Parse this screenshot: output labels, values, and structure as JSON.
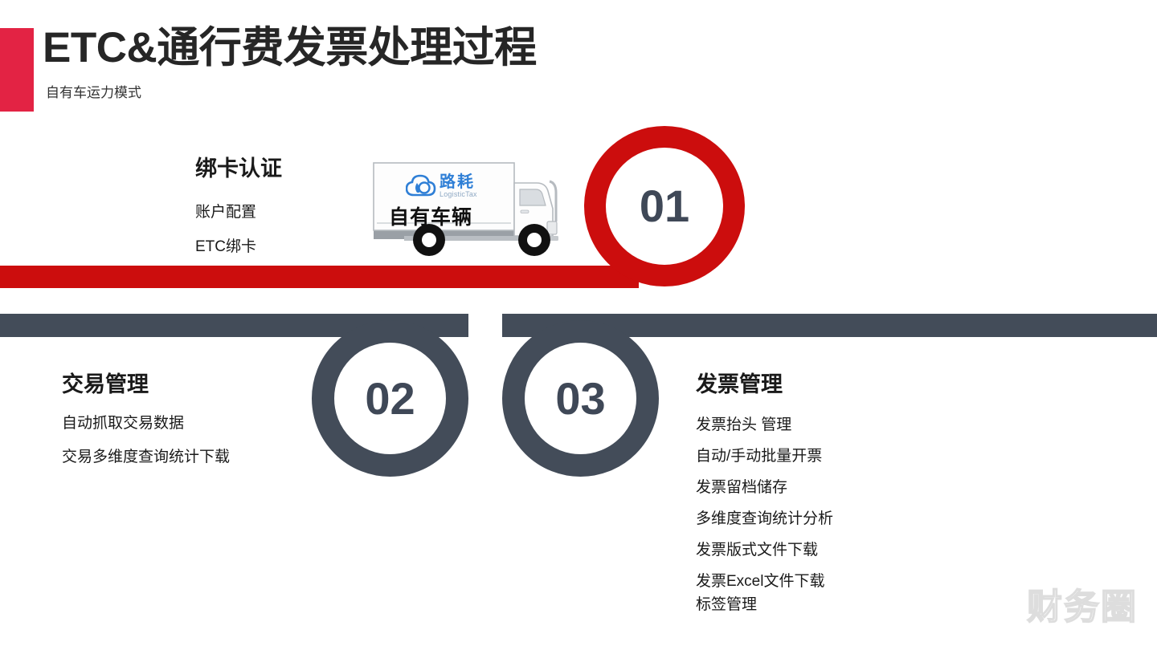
{
  "header": {
    "title": "ETC&通行费发票处理过程",
    "subtitle": "自有车运力模式",
    "accent_color": "#e32344"
  },
  "theme": {
    "red": "#cc0d0d",
    "dark": "#434c59",
    "number_color": "#3f4857",
    "text_color": "#1a1a1a"
  },
  "truck": {
    "body_label": "自有车辆",
    "logo_cn": "路耗",
    "logo_en": "LogisticTax",
    "logo_color": "#2f7fd6"
  },
  "steps": [
    {
      "number": "01",
      "title": "绑卡认证",
      "items": [
        "账户配置",
        "ETC绑卡"
      ],
      "color": "#cc0d0d"
    },
    {
      "number": "02",
      "title": "交易管理",
      "items": [
        "自动抓取交易数据",
        "交易多维度查询统计下载"
      ],
      "color": "#434c59"
    },
    {
      "number": "03",
      "title": "发票管理",
      "items": [
        "发票抬头 管理",
        "自动/手动批量开票",
        "发票留档储存",
        "多维度查询统计分析",
        "发票版式文件下载",
        "发票Excel文件下载",
        "标签管理"
      ],
      "color": "#434c59"
    }
  ],
  "watermark": "财务圈"
}
